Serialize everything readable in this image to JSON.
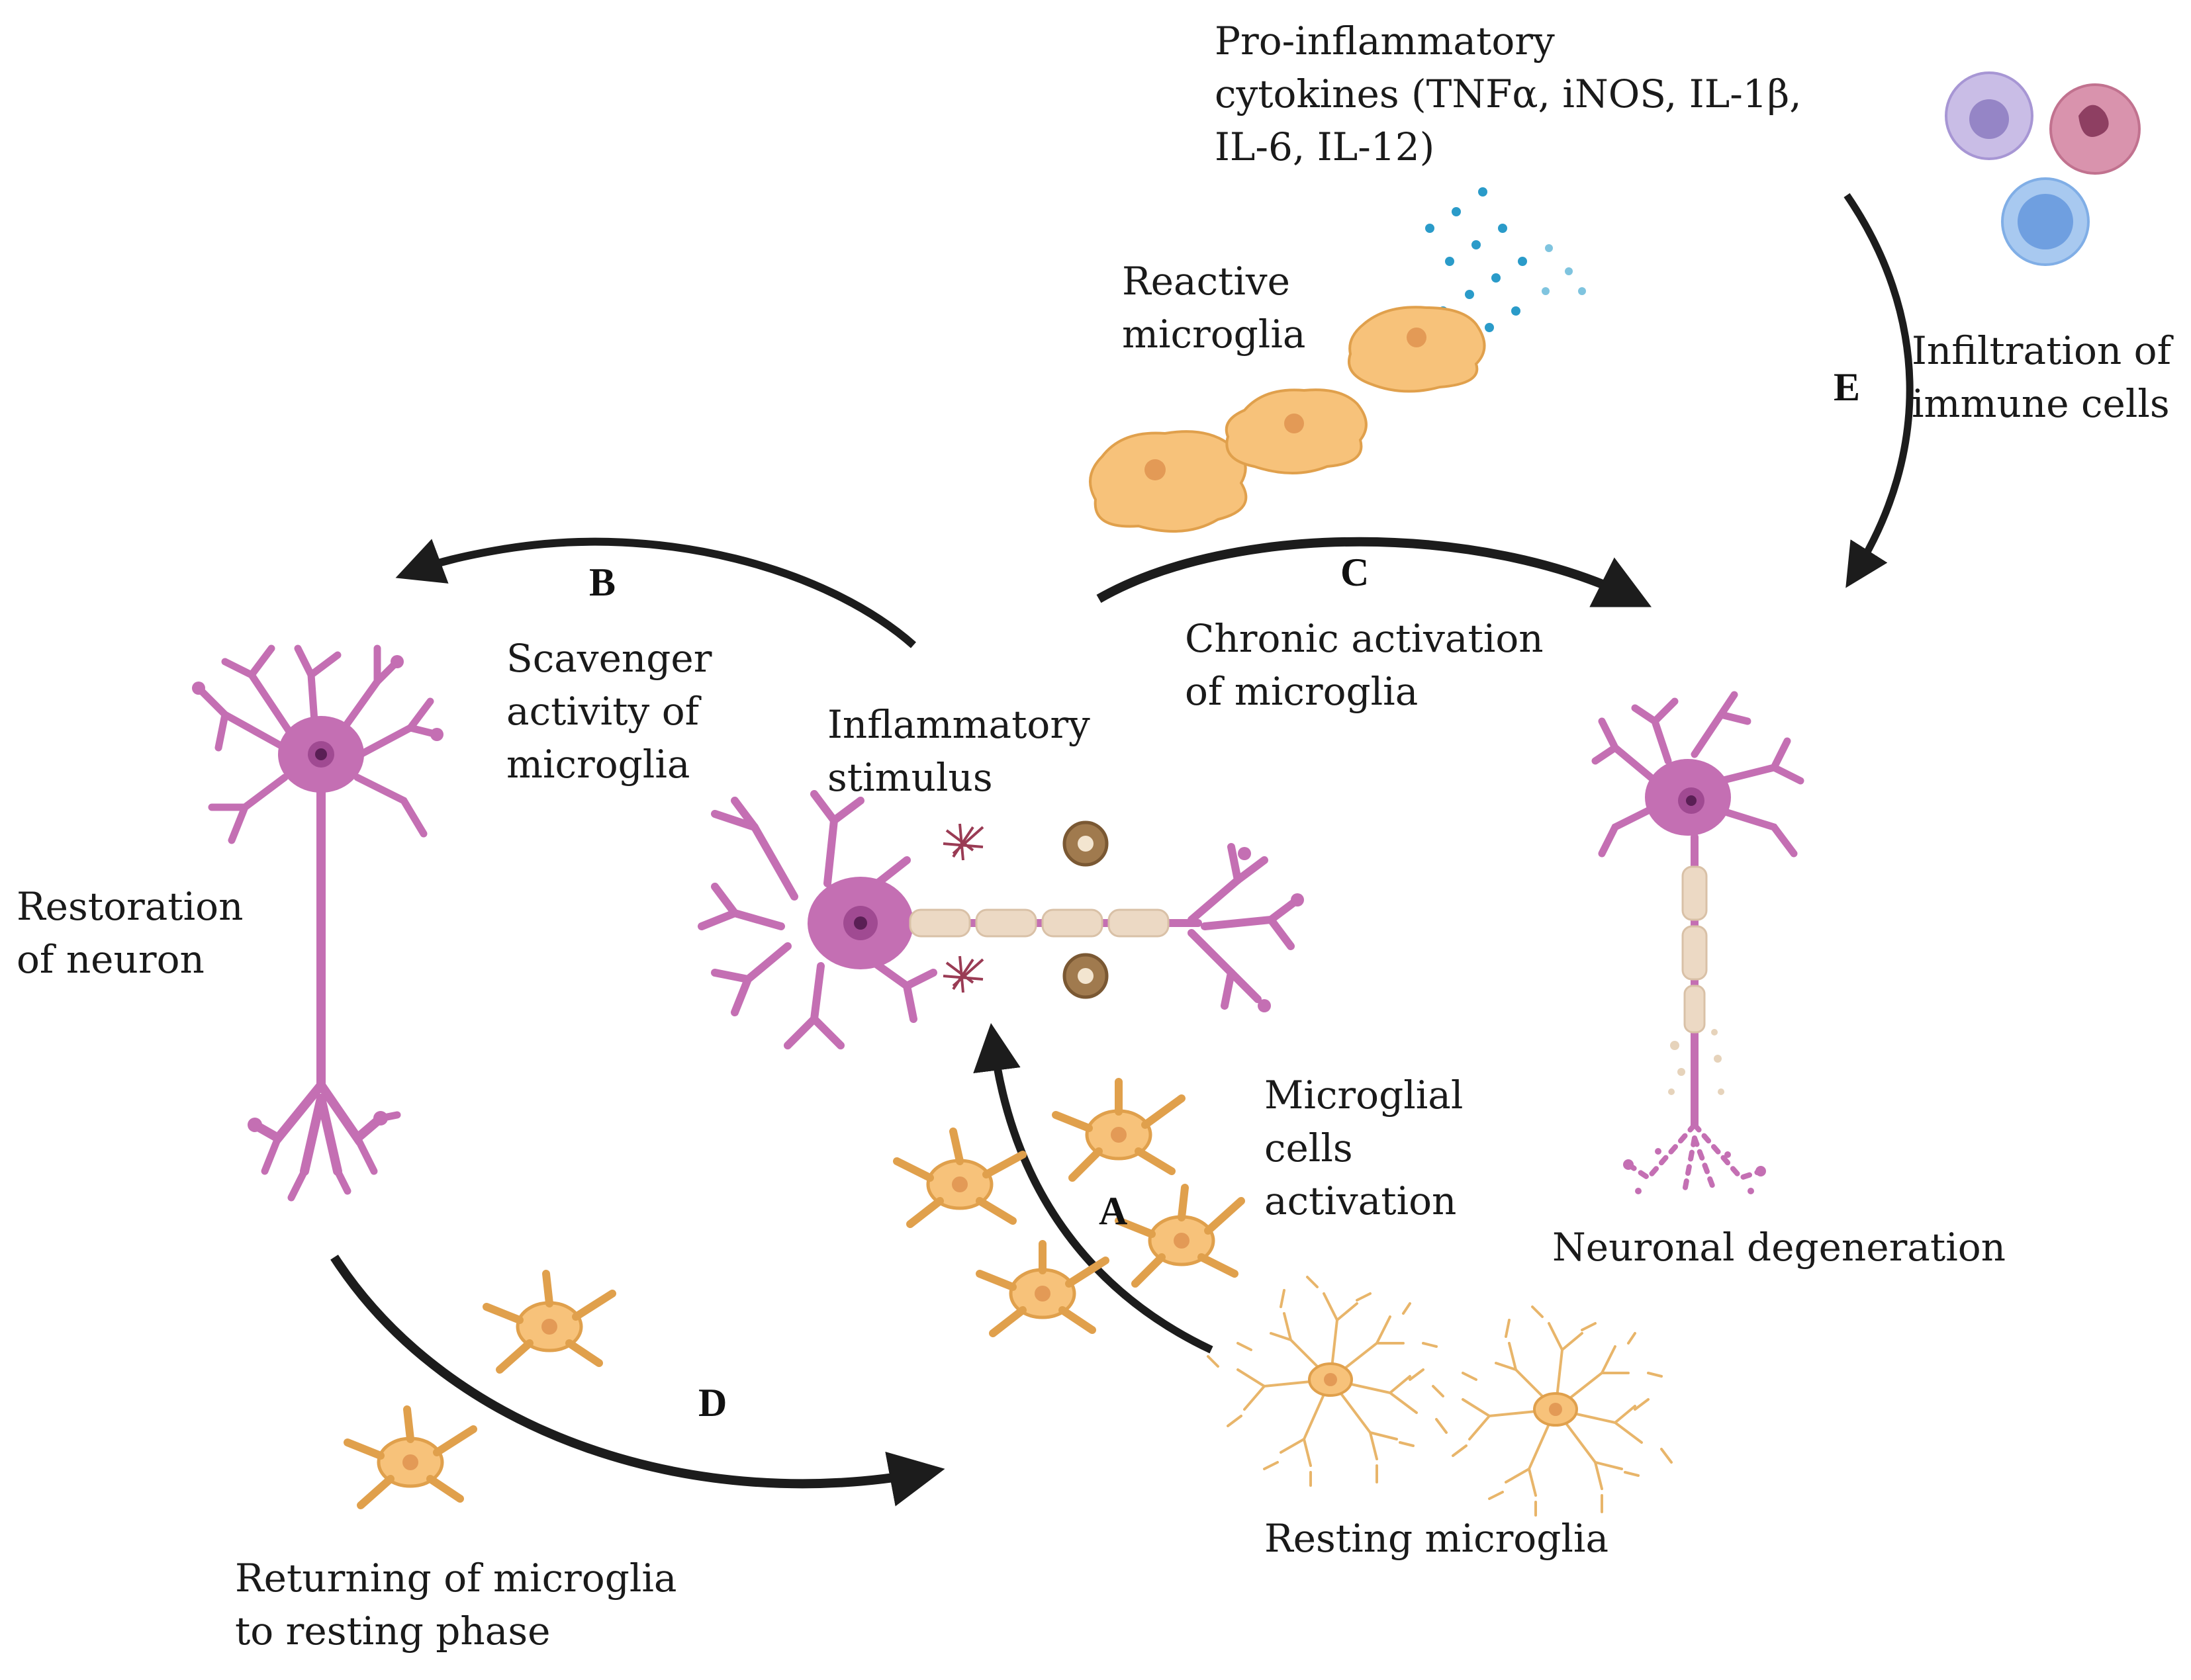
{
  "labels": {
    "cytokines": "Pro-inflammatory\ncytokines (TNFα, iNOS, IL-1β,\nIL-6, IL-12)",
    "reactive_microglia": "Reactive\nmicroglia",
    "infiltration": "Infiltration of\nimmune cells",
    "scavenger": "Scavenger\nactivity of\nmicroglia",
    "chronic": "Chronic activation\nof microglia",
    "inflammatory_stimulus": "Inflammatory\nstimulus",
    "restoration": "Restoration\nof neuron",
    "microglial_activation": "Microglial\ncells\nactivation",
    "neuronal_degeneration": "Neuronal degeneration",
    "resting_microglia": "Resting microglia",
    "returning": "Returning of microglia\nto resting phase"
  },
  "steps": {
    "a": "A",
    "b": "B",
    "c": "C",
    "d": "D",
    "e": "E"
  },
  "colors": {
    "neuron": "#c46fb3",
    "neuron_nucleus": "#5a1f55",
    "microglia": "#f7c27a",
    "microglia_outline": "#e0a04c",
    "myelin": "#ecd9c4",
    "cytokine": "#2a9bc9",
    "arrow": "#1c1c1c"
  }
}
